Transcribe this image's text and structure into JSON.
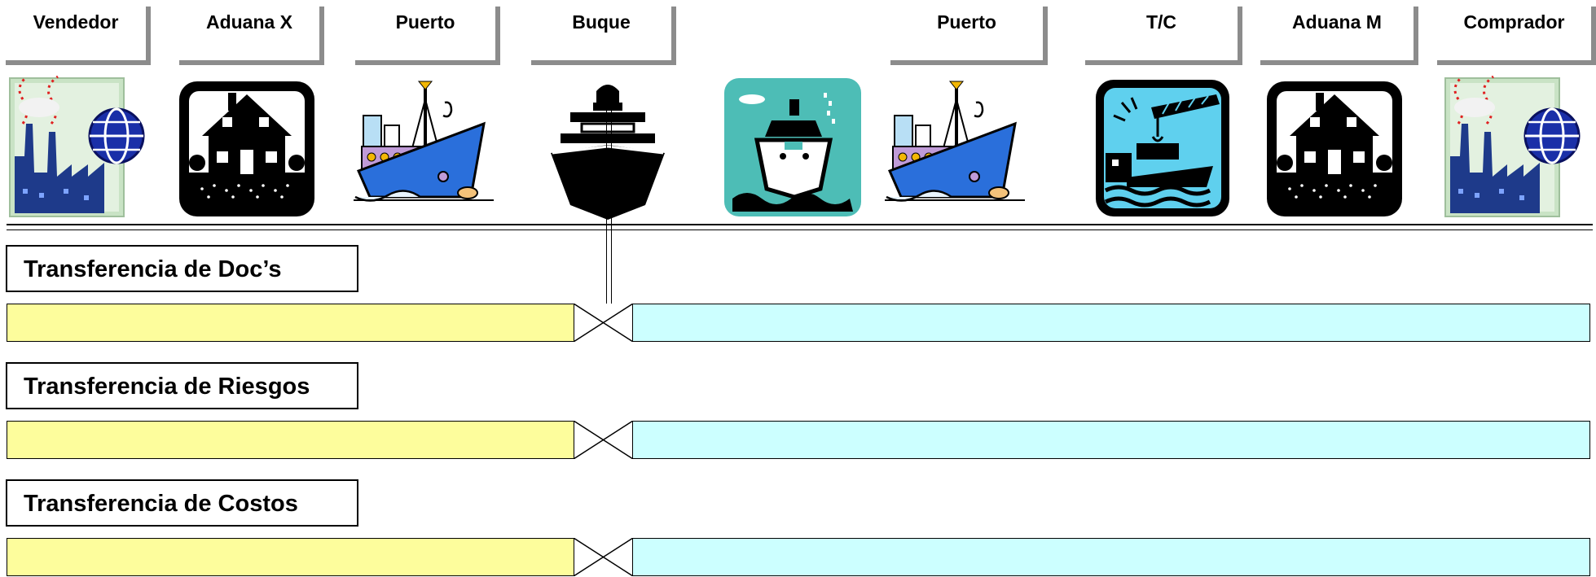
{
  "headers": [
    "Vendedor",
    "Aduana X",
    "Puerto",
    "Buque",
    "Puerto",
    "T/C",
    "Aduana M",
    "Comprador"
  ],
  "icons": [
    "factory-globe-icon",
    "customs-house-icon",
    "port-ship-icon",
    "ship-bow-icon",
    "ship-at-sea-icon",
    "port-ship-icon",
    "crane-terminal-icon",
    "customs-house-icon",
    "factory-globe-icon"
  ],
  "sections": [
    {
      "label": "Transferencia de Doc’s"
    },
    {
      "label": "Transferencia de Riesgos"
    },
    {
      "label": "Transferencia de Costos"
    }
  ],
  "colors": {
    "seller_side": "#fdfd9c",
    "buyer_side": "#ccffff",
    "teal_tile": "#4dbdb6",
    "ship_blue": "#2a6fdb"
  }
}
